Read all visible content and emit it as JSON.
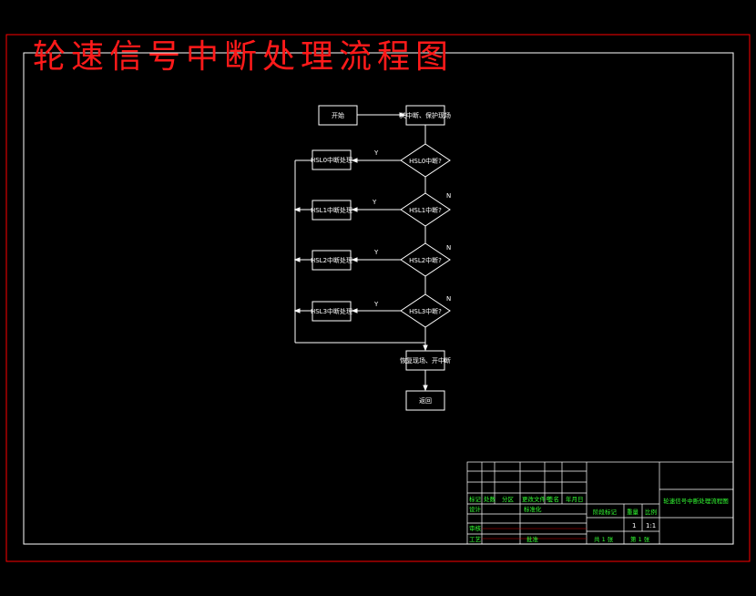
{
  "title": "轮速信号中断处理流程图",
  "colors": {
    "background": "#000000",
    "outer_frame": "#ff0000",
    "inner_frame": "#ffffff",
    "title": "#ff1a1a",
    "lines": "#ffffff",
    "table_text": "#33ff33",
    "table_lines_red": "#cc0000"
  },
  "flowchart": {
    "start": "开始",
    "save_context": "关中断、保护现场",
    "decisions": [
      "HSL0中断?",
      "HSL1中断?",
      "HSL2中断?",
      "HSL3中断?"
    ],
    "handlers": [
      "HSL0中断处理",
      "HSL1中断处理",
      "HSL2中断处理",
      "HSL3中断处理"
    ],
    "yes_label": "Y",
    "no_label": "N",
    "restore_context": "恢复现场、开中断",
    "end": "返回"
  },
  "title_block": {
    "drawing_name": "轮速信号中断处理流程图",
    "row_labels": [
      "标记",
      "处数",
      "分区",
      "更改文件号",
      "签名",
      "年月日"
    ],
    "design": "设计",
    "standardization": "标准化",
    "review": "审核",
    "process": "工艺",
    "approve": "批准",
    "stage_mark": "阶段标记",
    "weight": "重量",
    "scale": "比例",
    "weight_value": "1",
    "scale_value": "1:1",
    "total_sheets": "共 1 张",
    "sheet_no": "第 1 张"
  }
}
